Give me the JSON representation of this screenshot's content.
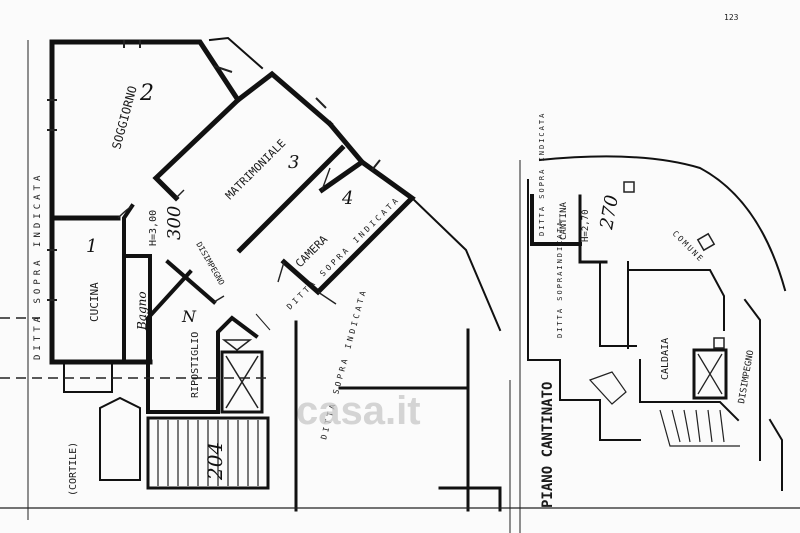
{
  "rooms": {
    "soggiorno": {
      "name": "SOGGIORNO",
      "num": "2"
    },
    "matrimoniale": {
      "name": "MATRIMONIALE",
      "num": "3"
    },
    "camera": {
      "name": "CAMERA",
      "num": "4"
    },
    "cucina": {
      "name": "CUCINA",
      "num": "1"
    },
    "bagno": {
      "name": "Bagno"
    },
    "ripostiglio": {
      "name": "RIPOSTIGLIO",
      "num": "N"
    },
    "disimpegno": {
      "name": "DISIMPEGNO"
    },
    "caldaia": {
      "name": "CALDAIA"
    },
    "cantina": {
      "name": "CANTINA"
    },
    "disimpegno2": {
      "name": "DISIMPEGNO"
    },
    "comune": {
      "name": "COMUNE"
    }
  },
  "notes": {
    "ditta_left": "DITTA SOPRA INDICATA",
    "ditta_bottom": "DITTA SOPRA INDICATA",
    "ditta_mid": "DITTA SOPRA INDICATA",
    "ditta_cellar_top": "DITTA SOPRA INDICATA",
    "ditta_cellar_left": "DITTA SOPRAINDICATA",
    "cortile": "(CORTILE)",
    "height_main": "H=3,00",
    "height_cantina": "H=2,70",
    "hand_300": "300",
    "hand_270": "270",
    "hand_204": "204",
    "piano": "PIANO CANTINATO",
    "corner": "123"
  },
  "watermark": {
    "text": "casa.it"
  }
}
